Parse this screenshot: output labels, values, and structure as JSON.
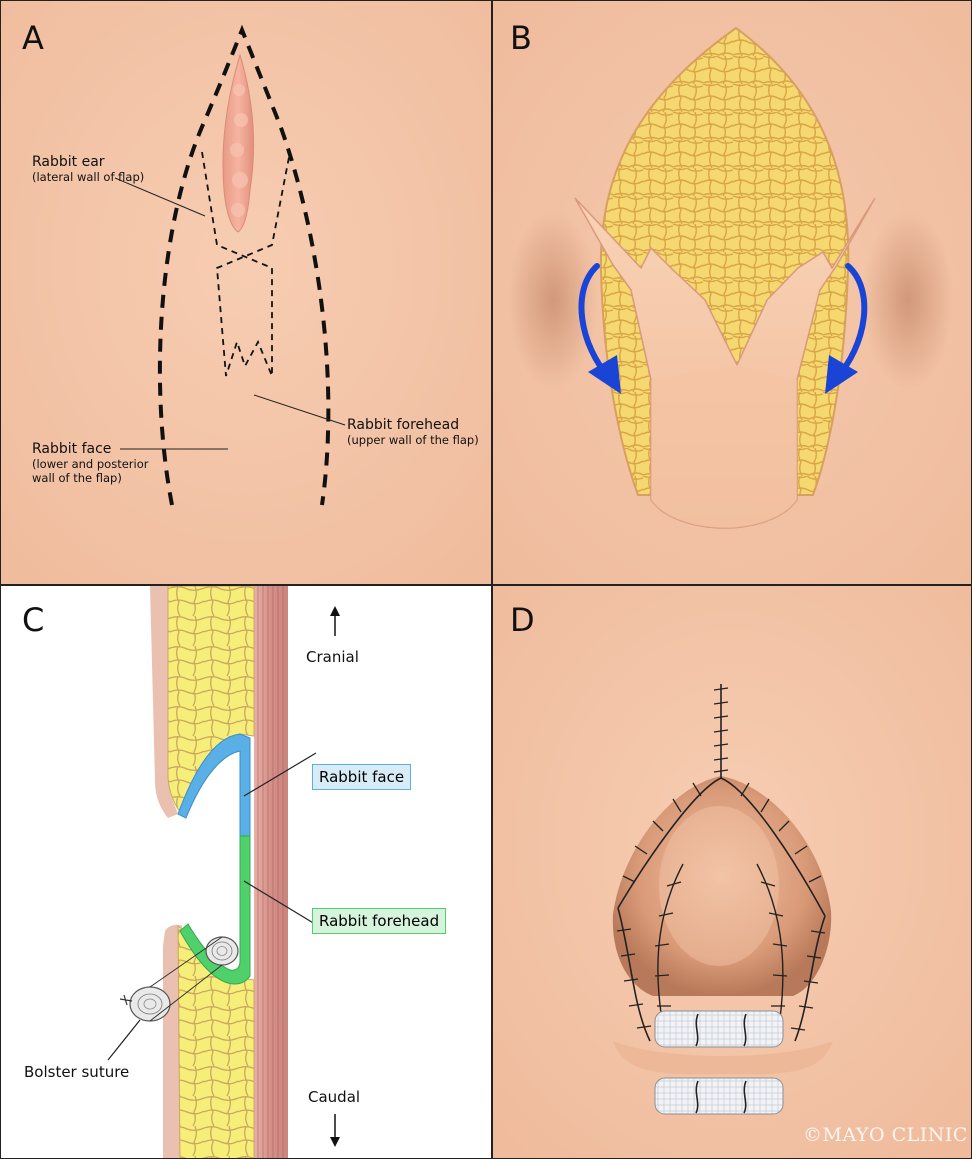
{
  "panels": {
    "a": {
      "label": "A",
      "ear": {
        "main": "Rabbit ear",
        "sub": "(lateral wall of flap)"
      },
      "forehead": {
        "main": "Rabbit forehead",
        "sub": "(upper wall of the flap)"
      },
      "face": {
        "main": "Rabbit face",
        "sub1": "(lower and posterior",
        "sub2": "wall of the flap)"
      }
    },
    "b": {
      "label": "B"
    },
    "c": {
      "label": "C",
      "cranial": "Cranial",
      "caudal": "Caudal",
      "face_box": "Rabbit face",
      "forehead_box": "Rabbit forehead",
      "bolster": "Bolster suture"
    },
    "d": {
      "label": "D",
      "copyright": "©MAYO CLINIC"
    }
  },
  "colors": {
    "skin": "#f4c4a7",
    "fat": "#f2dc6a",
    "arrow": "#1a44d6",
    "face_highlight": "#5ab0e6",
    "forehead_highlight": "#4fd06a",
    "muscle": "#d99a92"
  }
}
